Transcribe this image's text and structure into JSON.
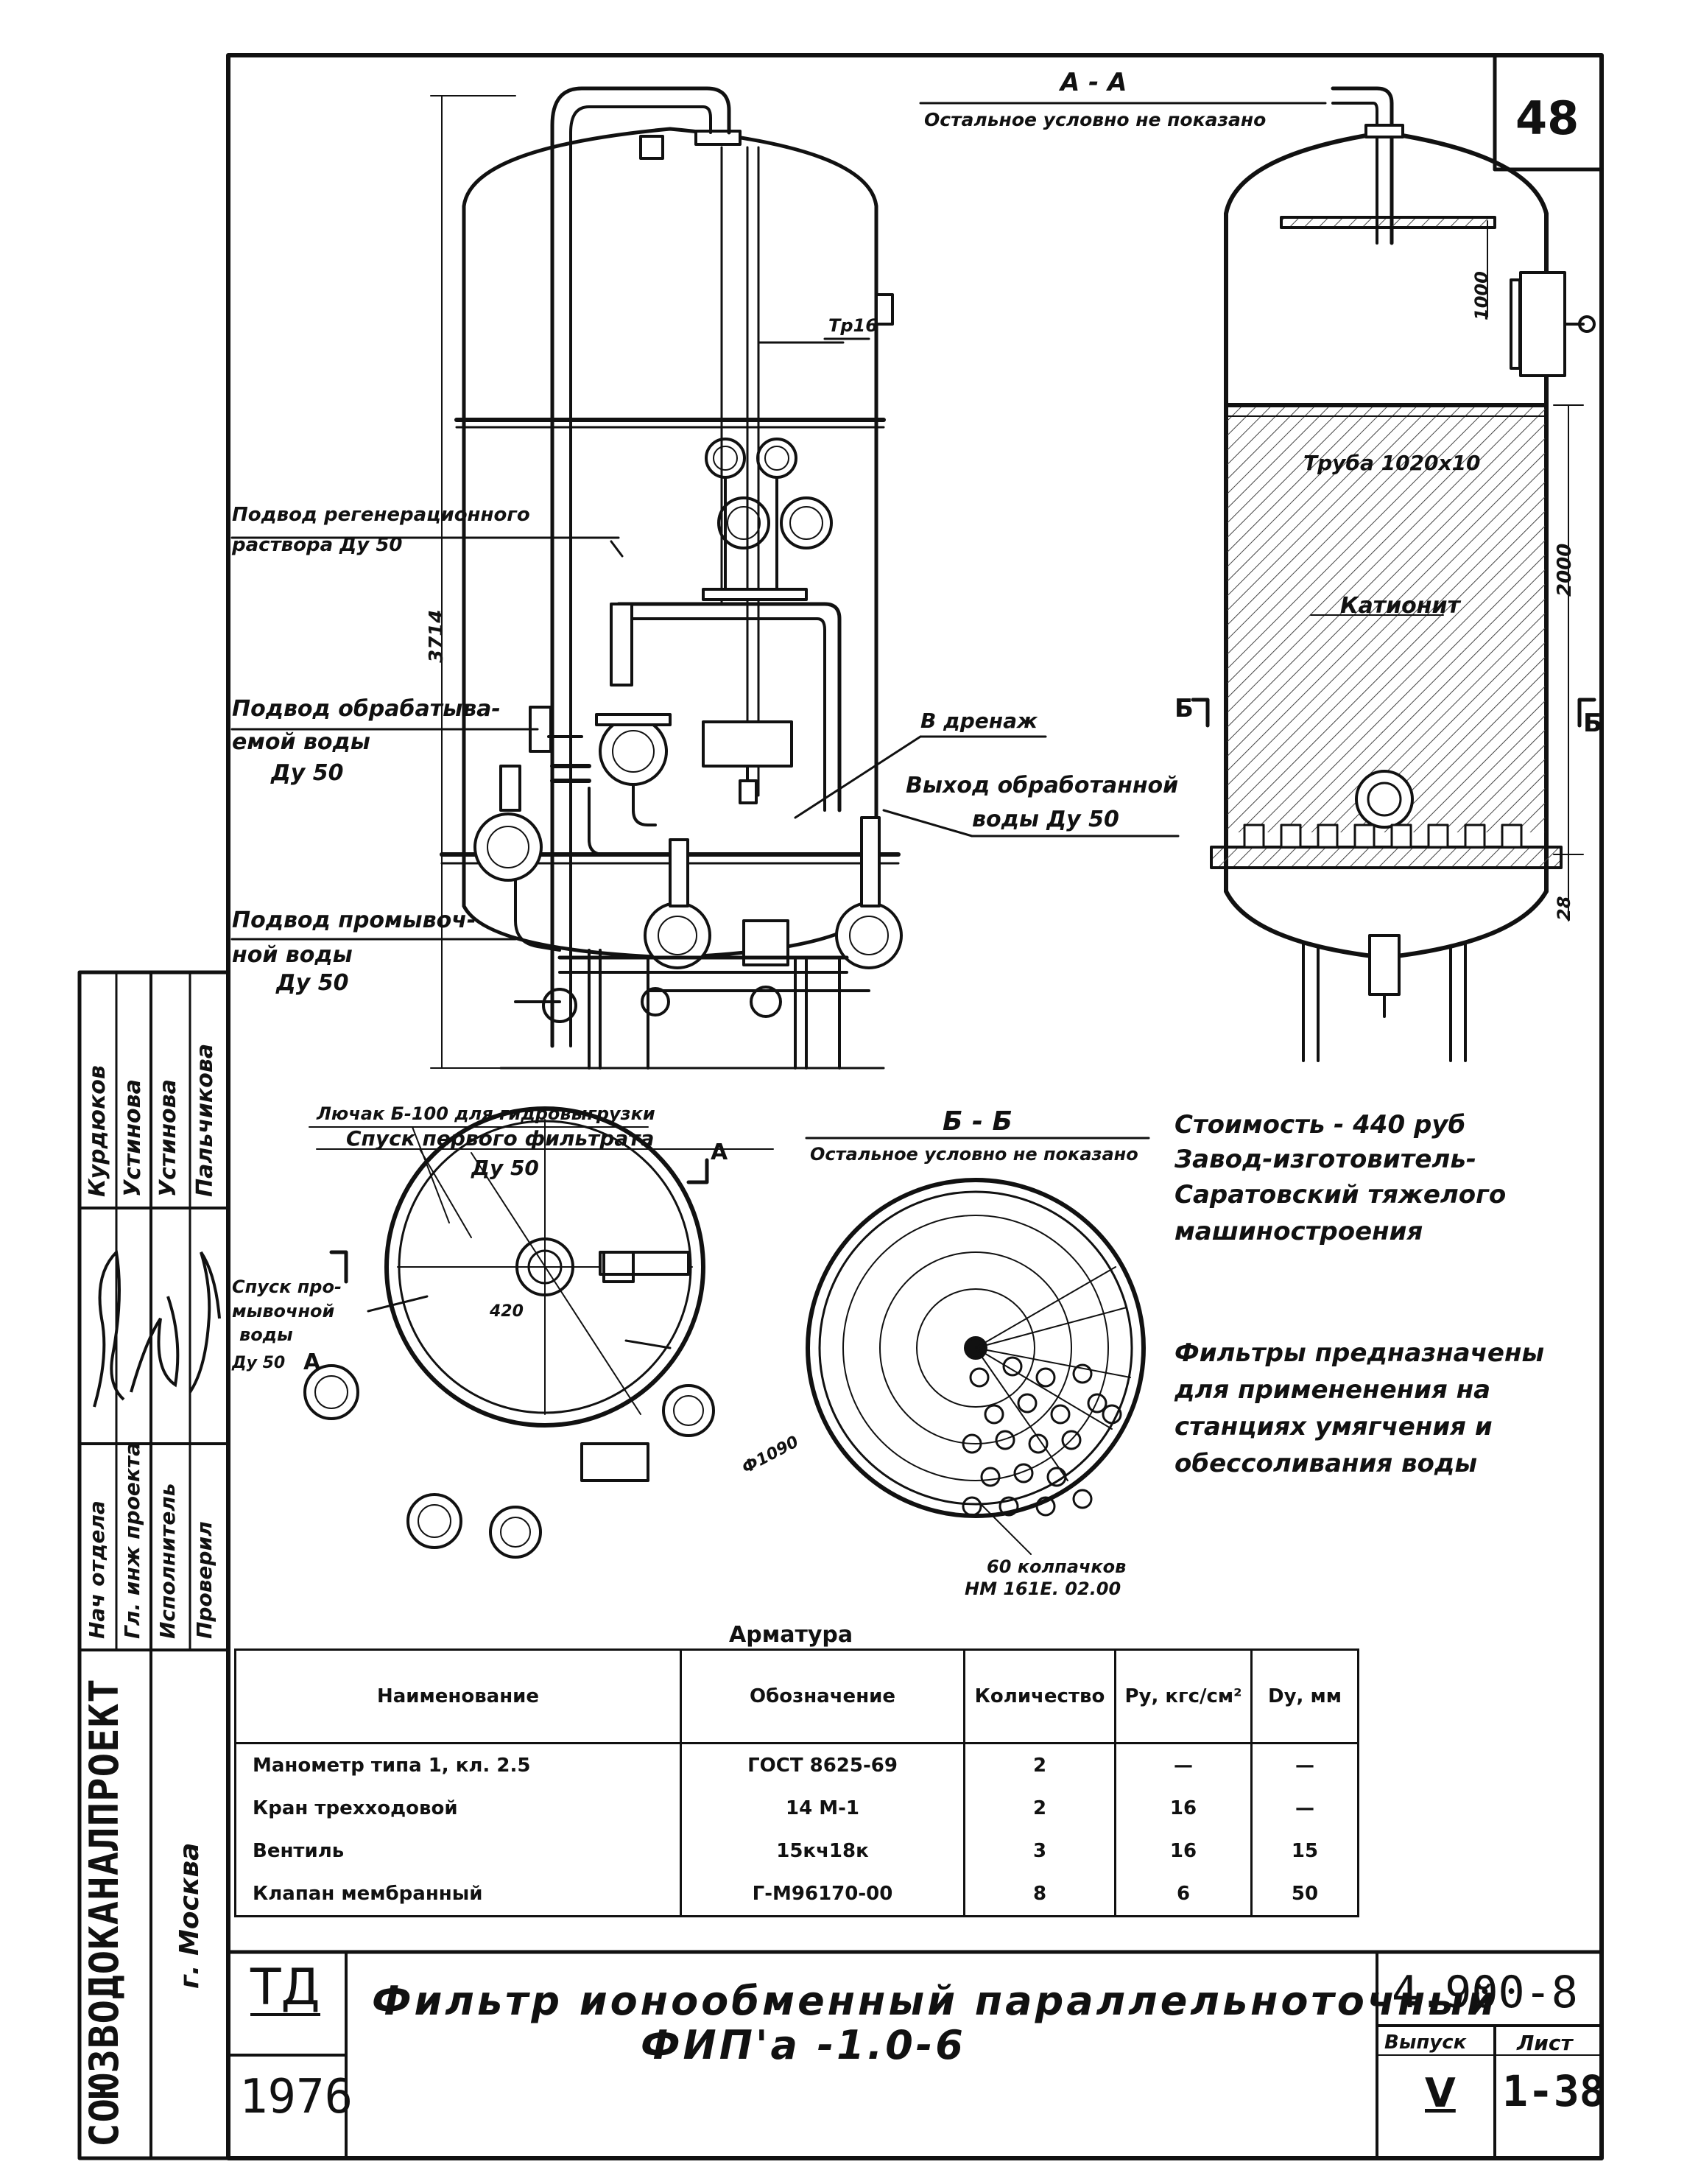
{
  "sheet": {
    "number": "48"
  },
  "section_aa": {
    "title": "А - А",
    "note": "Остальное условно не показано"
  },
  "section_bb": {
    "title": "Б - Б",
    "note": "Остальное условно не показано",
    "diameter": "Ф1090",
    "caps_count": "60 колпачков",
    "caps_code": "НМ 161Е. 02.00"
  },
  "front_view": {
    "label_tr": "Тр16",
    "height": "3714",
    "regen_feed_1": "Подвод регенерационного",
    "regen_feed_2": "раствора Ду 50",
    "treated_feed_1": "Подвод обрабатыва-",
    "treated_feed_2": "емой воды",
    "treated_feed_3": "Ду 50",
    "wash_feed_1": "Подвод промывоч-",
    "wash_feed_2": "ной воды",
    "wash_feed_3": "Ду 50",
    "drain": "В дренаж",
    "outlet_1": "Выход обработанной",
    "outlet_2": "воды Ду 50"
  },
  "side_view": {
    "pipe": "Труба 1020х10",
    "media": "Катионит",
    "dim_top": "1000",
    "dim_mid": "2000",
    "dim_bottom": "28",
    "cut_mark": "Б"
  },
  "plan_view": {
    "hatch": "Лючак Б-100 для гидровыгрузки",
    "first_filtrate": "Спуск первого фильтрата",
    "first_filtrate_dn": "Ду 50",
    "wash_drain_1": "Спуск про-",
    "wash_drain_2": "мывочной",
    "wash_drain_3": "воды",
    "wash_drain_dn": "Ду 50",
    "dim": "420",
    "cut_a": "А"
  },
  "notes": {
    "cost": "Стоимость - 440 руб",
    "maker_1": "Завод-изготовитель-",
    "maker_2": "Саратовский тяжелого",
    "maker_3": "машиностроения",
    "purpose_1": "Фильтры предназначены",
    "purpose_2": "для примененения на",
    "purpose_3": "станциях умягчения и",
    "purpose_4": "обессоливания воды"
  },
  "fittings": {
    "title": "Арматура",
    "headers": [
      "Наименование",
      "Обозначение",
      "Количество",
      "Ру, кгс/см²",
      "Dу, мм"
    ],
    "rows": [
      [
        "Манометр типа 1, кл. 2.5",
        "ГОСТ 8625-69",
        "2",
        "—",
        "—"
      ],
      [
        "Кран трехходовой",
        "14 М-1",
        "2",
        "16",
        "—"
      ],
      [
        "Вентиль",
        "15кч18к",
        "3",
        "16",
        "15"
      ],
      [
        "Клапан мембранный",
        "Г-М96170-00",
        "8",
        "6",
        "50"
      ]
    ]
  },
  "stamp": {
    "org": "СОЮЗВОДОКАНАЛПРОЕКТ",
    "city": "г. Москва",
    "roles": [
      "Нач отдела",
      "Гл. инж проекта",
      "Исполнитель",
      "Проверил"
    ],
    "names": [
      "Курдюков",
      "Устинова",
      "Устинова",
      "Пальчикова"
    ],
    "td": "ТД",
    "year": "1976",
    "title_1": "Фильтр ионообменный параллельноточный",
    "title_2": "ФИП'а -1.0-6",
    "code": "4.900-8",
    "issue_label": "Выпуск",
    "issue": "V",
    "sheet_label": "Лист",
    "sheet": "1-38"
  }
}
